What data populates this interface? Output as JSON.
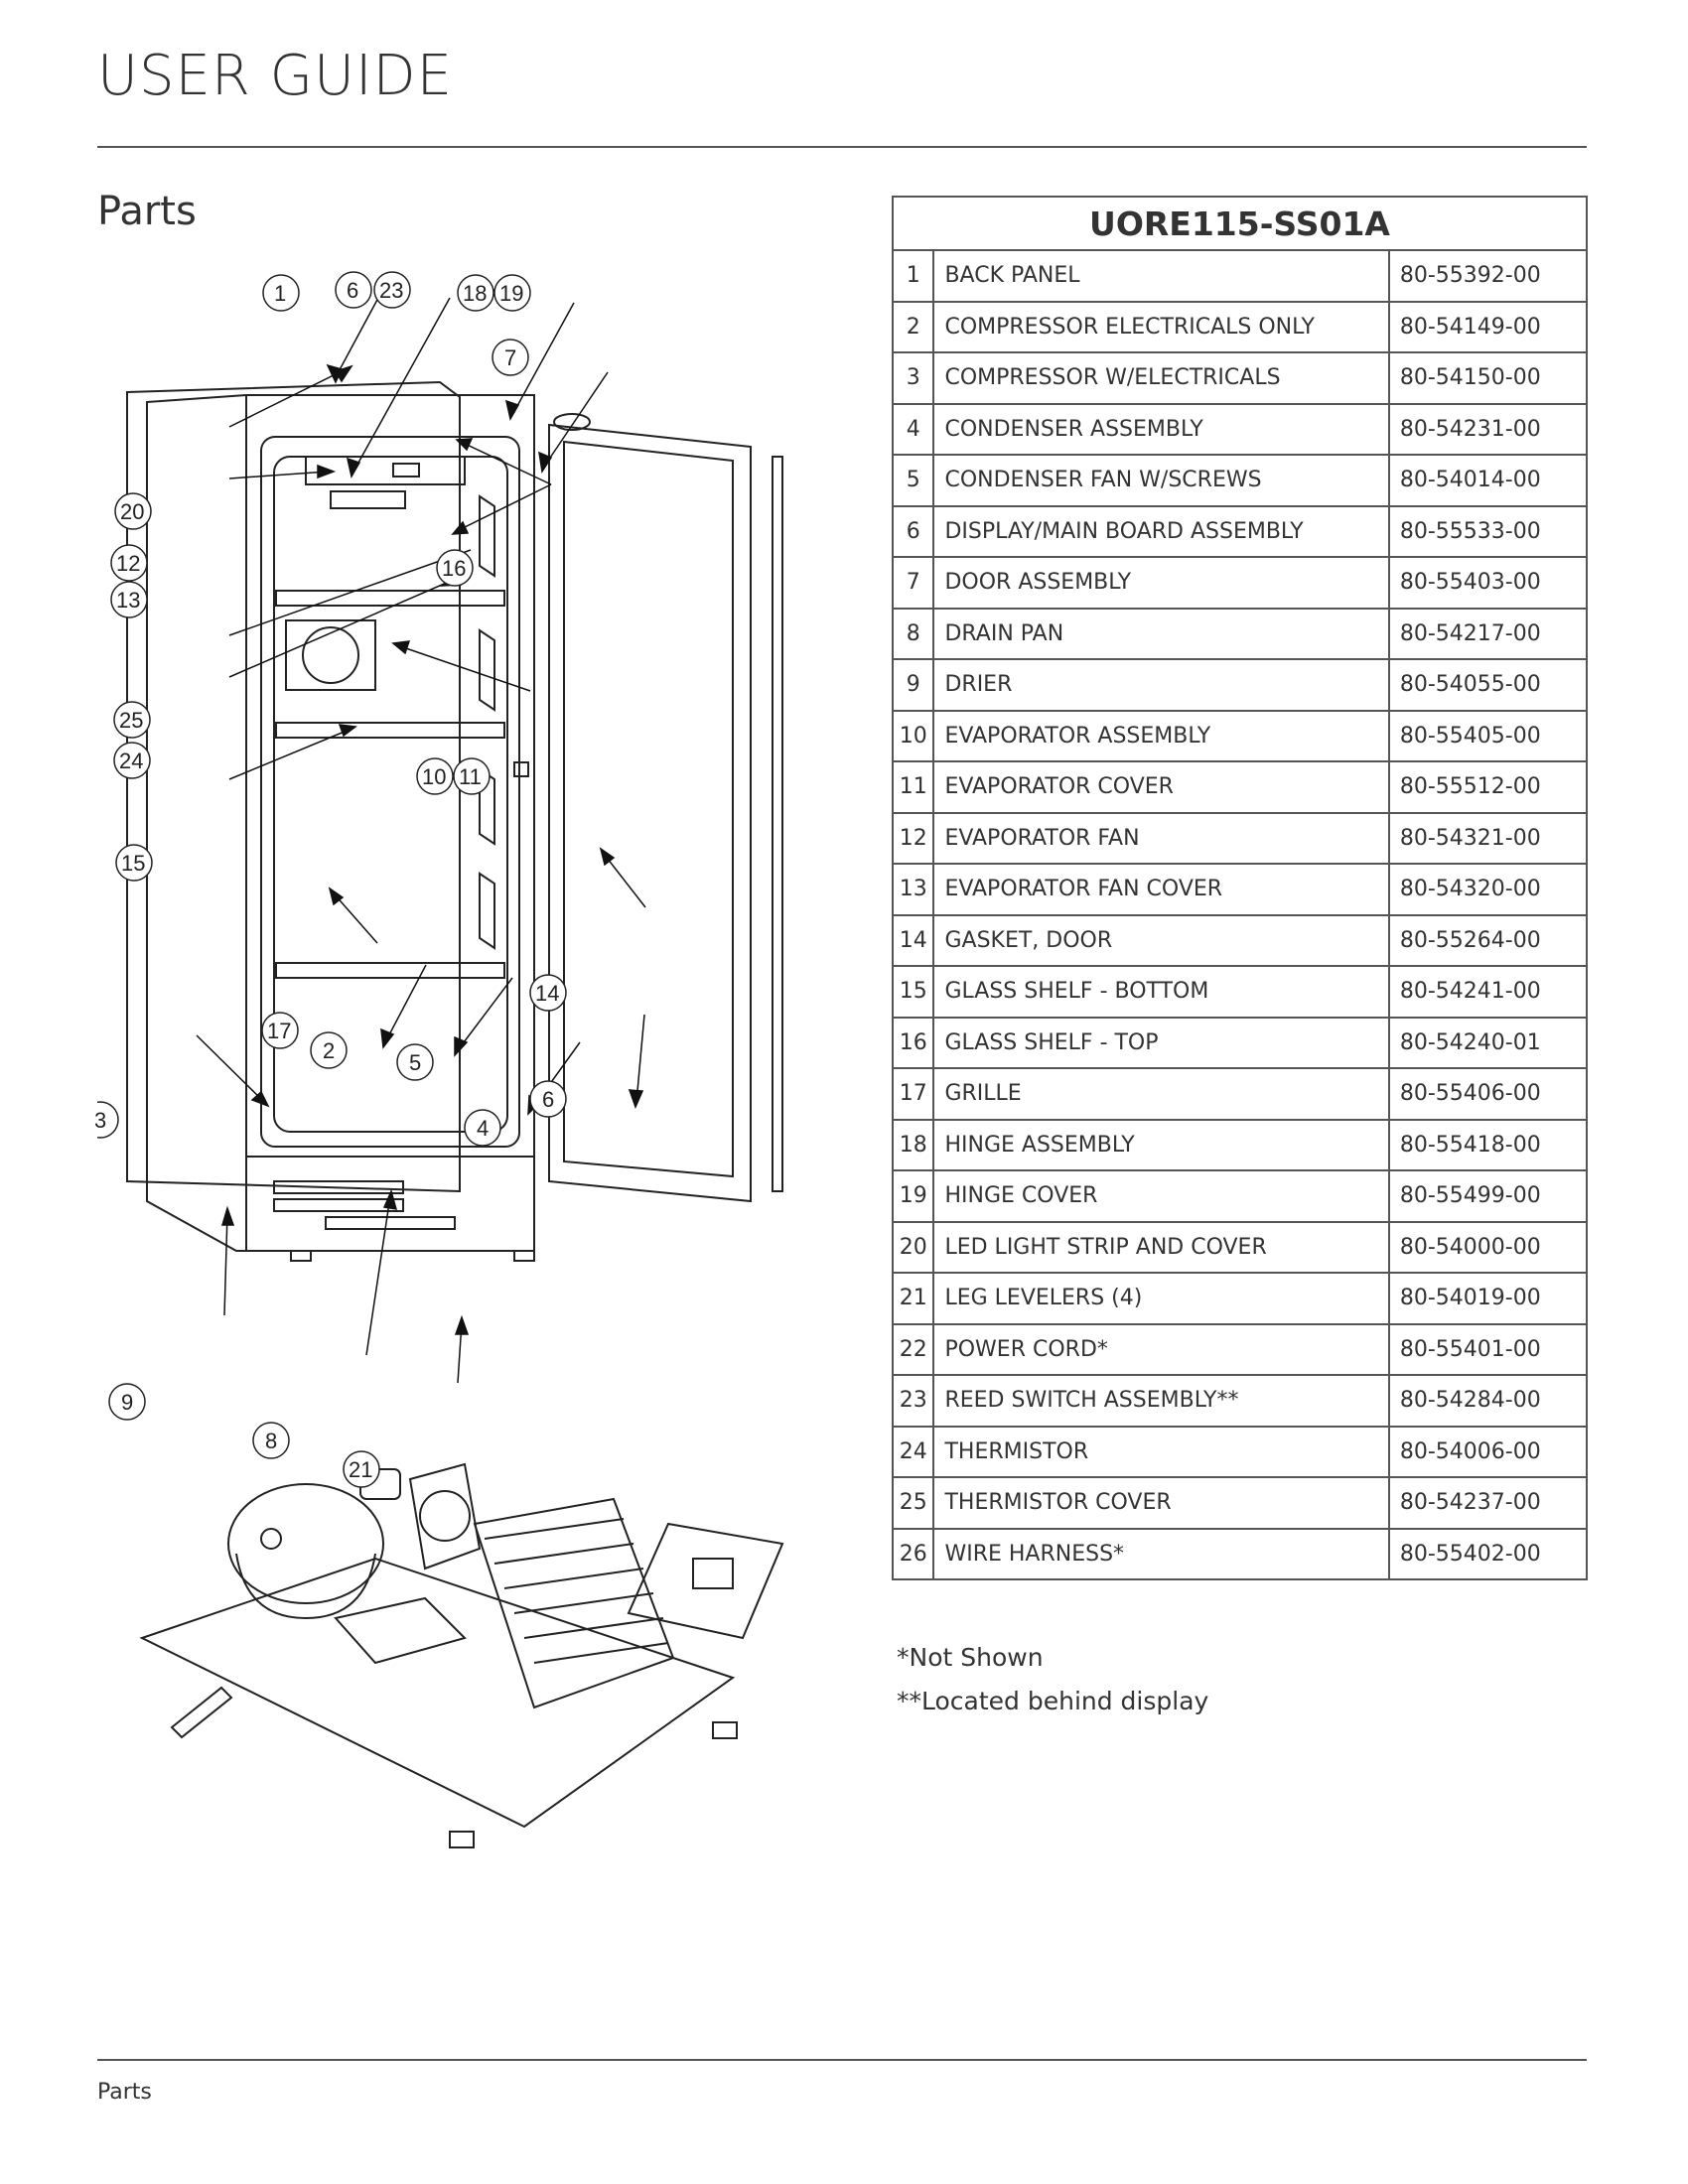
{
  "header": {
    "title": "USER GUIDE"
  },
  "section": {
    "title": "Parts"
  },
  "table": {
    "model": "UORE115-SS01A",
    "rows": [
      {
        "num": "1",
        "desc": "BACK PANEL",
        "pn": "80-55392-00"
      },
      {
        "num": "2",
        "desc": "COMPRESSOR ELECTRICALS ONLY",
        "pn": "80-54149-00"
      },
      {
        "num": "3",
        "desc": "COMPRESSOR W/ELECTRICALS",
        "pn": "80-54150-00"
      },
      {
        "num": "4",
        "desc": "CONDENSER ASSEMBLY",
        "pn": "80-54231-00"
      },
      {
        "num": "5",
        "desc": "CONDENSER FAN W/SCREWS",
        "pn": "80-54014-00"
      },
      {
        "num": "6",
        "desc": "DISPLAY/MAIN BOARD ASSEMBLY",
        "pn": "80-55533-00"
      },
      {
        "num": "7",
        "desc": "DOOR ASSEMBLY",
        "pn": "80-55403-00"
      },
      {
        "num": "8",
        "desc": "DRAIN PAN",
        "pn": "80-54217-00"
      },
      {
        "num": "9",
        "desc": "DRIER",
        "pn": "80-54055-00"
      },
      {
        "num": "10",
        "desc": "EVAPORATOR ASSEMBLY",
        "pn": "80-55405-00"
      },
      {
        "num": "11",
        "desc": "EVAPORATOR COVER",
        "pn": "80-55512-00"
      },
      {
        "num": "12",
        "desc": "EVAPORATOR FAN",
        "pn": "80-54321-00"
      },
      {
        "num": "13",
        "desc": "EVAPORATOR FAN COVER",
        "pn": "80-54320-00"
      },
      {
        "num": "14",
        "desc": "GASKET, DOOR",
        "pn": "80-55264-00"
      },
      {
        "num": "15",
        "desc": "GLASS SHELF - BOTTOM",
        "pn": "80-54241-00"
      },
      {
        "num": "16",
        "desc": "GLASS SHELF - TOP",
        "pn": "80-54240-01"
      },
      {
        "num": "17",
        "desc": "GRILLE",
        "pn": "80-55406-00"
      },
      {
        "num": "18",
        "desc": "HINGE ASSEMBLY",
        "pn": "80-55418-00"
      },
      {
        "num": "19",
        "desc": "HINGE COVER",
        "pn": "80-55499-00"
      },
      {
        "num": "20",
        "desc": "LED LIGHT STRIP AND COVER",
        "pn": "80-54000-00"
      },
      {
        "num": "21",
        "desc": "LEG LEVELERS (4)",
        "pn": "80-54019-00"
      },
      {
        "num": "22",
        "desc": "POWER CORD*",
        "pn": "80-55401-00"
      },
      {
        "num": "23",
        "desc": "REED SWITCH ASSEMBLY**",
        "pn": "80-54284-00"
      },
      {
        "num": "24",
        "desc": "THERMISTOR",
        "pn": "80-54006-00"
      },
      {
        "num": "25",
        "desc": "THERMISTOR COVER",
        "pn": "80-54237-00"
      },
      {
        "num": "26",
        "desc": "WIRE HARNESS*",
        "pn": "80-55402-00"
      }
    ]
  },
  "notes": {
    "not_shown": "*Not Shown",
    "behind_display": "**Located behind display"
  },
  "diagram": {
    "callouts": [
      "1",
      "6",
      "23",
      "18",
      "19",
      "7",
      "20",
      "12",
      "13",
      "16",
      "25",
      "24",
      "10",
      "11",
      "15",
      "14",
      "17",
      "2",
      "5",
      "3",
      "6",
      "4",
      "9",
      "8",
      "21"
    ]
  },
  "footer": {
    "text": "Parts"
  }
}
